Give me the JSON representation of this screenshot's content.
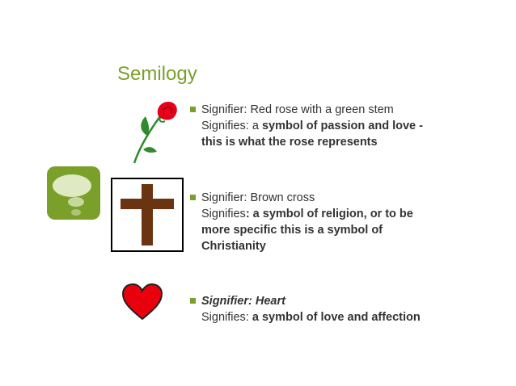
{
  "slide": {
    "title": "Semilogy"
  },
  "items": [
    {
      "icon": "rose-icon",
      "line1": "Signifier: Red rose with a green stem",
      "line2_plain": "Signifies: a ",
      "line2_bold": "symbol of passion and love -",
      "line3_bold": "this is what the rose represents"
    },
    {
      "icon": "cross-icon",
      "line1": "Signifier: Brown cross",
      "line2_plain": "Signifies",
      "line2_bold": ": a symbol of religion, or to be",
      "line3_bold": "more specific this is a symbol of",
      "line4_bold": "Christianity"
    },
    {
      "icon": "heart-icon",
      "line1": "Signifier: Heart",
      "line2_plain": "Signifies: ",
      "line2_bold": "a symbol of love and affection"
    }
  ],
  "colors": {
    "accent": "#7aa02a",
    "rose_red": "#e3001b",
    "cross_brown": "#6b3410",
    "heart_red": "#e8000d"
  }
}
